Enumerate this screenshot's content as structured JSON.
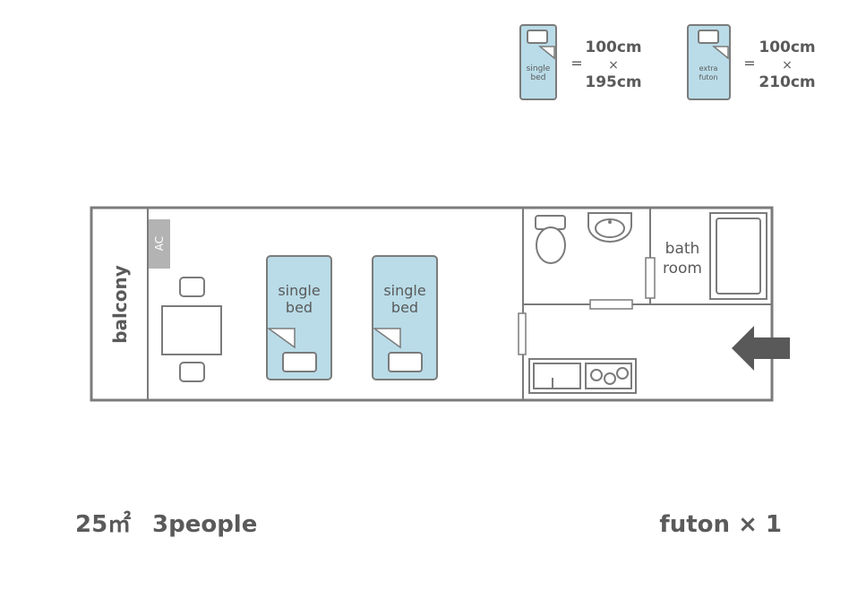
{
  "legend": [
    {
      "icon_label_line1": "single",
      "icon_label_line2": "bed",
      "equals": "=",
      "width": "100cm",
      "times": "×",
      "length": "195cm"
    },
    {
      "icon_label_line1": "extra",
      "icon_label_line2": "futon",
      "equals": "=",
      "width": "100cm",
      "times": "×",
      "length": "210cm"
    }
  ],
  "plan": {
    "balcony_label": "balcony",
    "ac_label": "AC",
    "beds": [
      {
        "line1": "single",
        "line2": "bed"
      },
      {
        "line1": "single",
        "line2": "bed"
      }
    ],
    "bathroom_line1": "bath",
    "bathroom_line2": "room"
  },
  "footer": {
    "area": "25㎡",
    "capacity": "3people",
    "futon": "futon × 1"
  },
  "colors": {
    "wall": "#7b7b7b",
    "bed_fill": "#b9dce8",
    "ac_fill": "#b3b3b3",
    "text": "#5a5a5a",
    "arrow": "#595959"
  }
}
